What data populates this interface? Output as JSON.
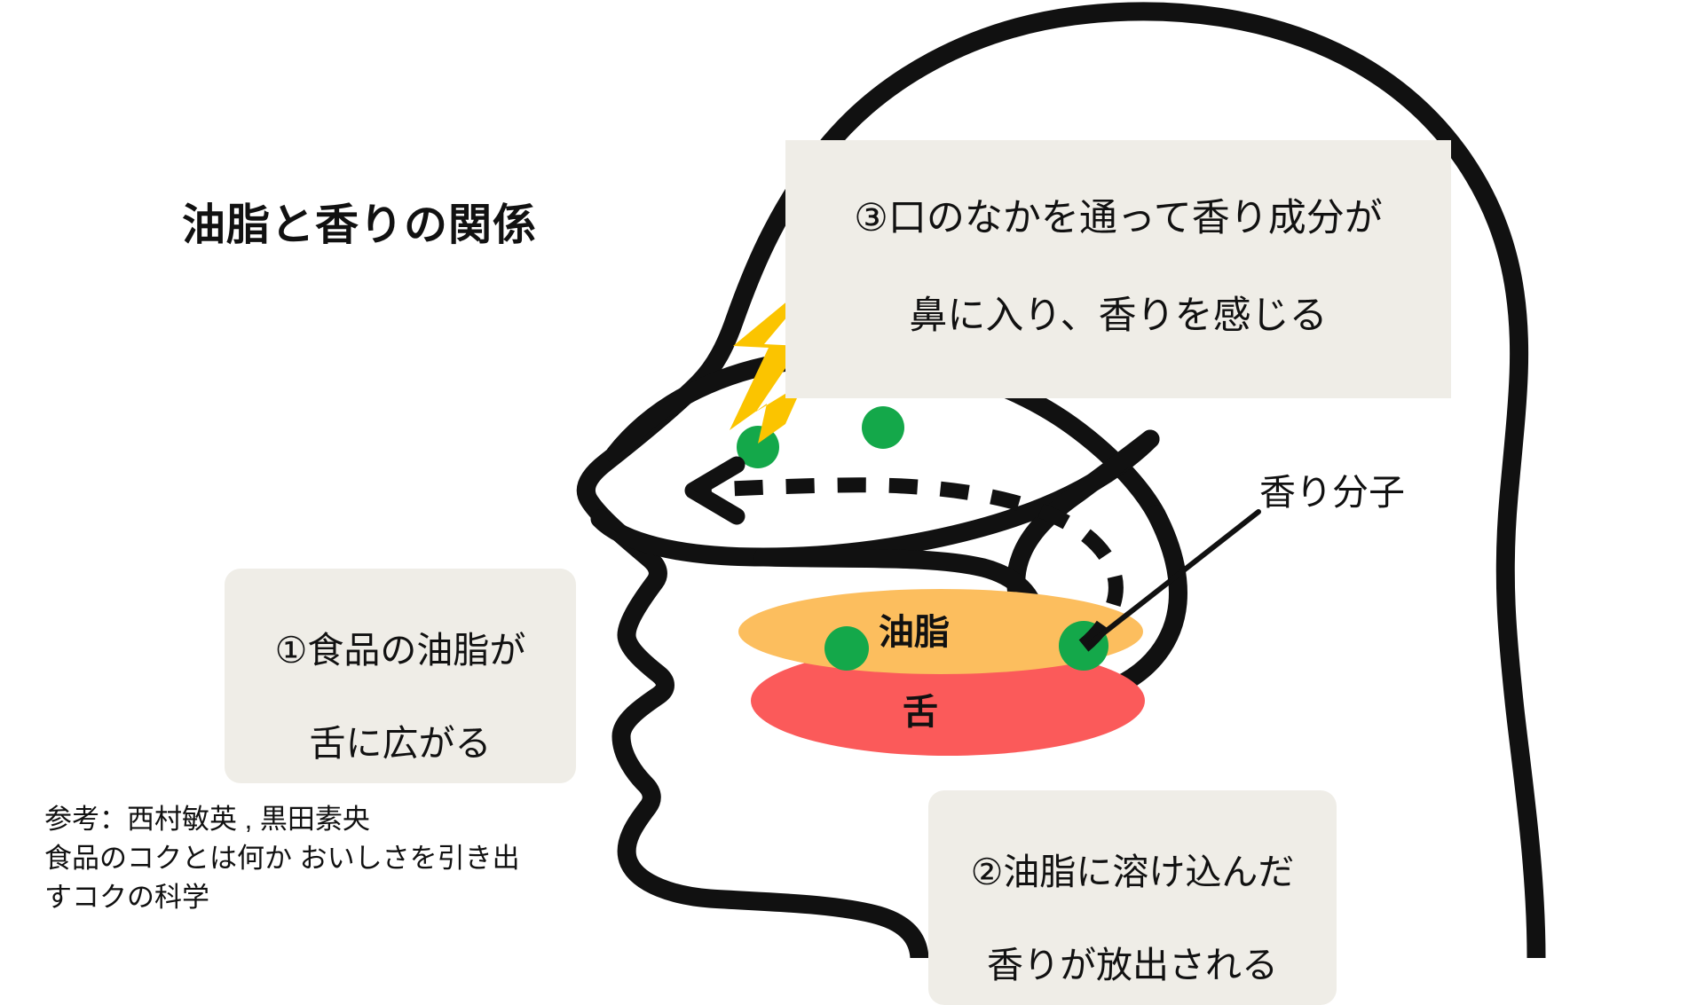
{
  "page": {
    "background_color": "#FFFFFF",
    "title": "油脂と香りの関係"
  },
  "colors": {
    "outline": "#111111",
    "callout_bg": "#EFEDE7",
    "oil_orange": "#FCBE5E",
    "tongue_red": "#FB5A5A",
    "molecule_green": "#14A84A",
    "bolt_yellow": "#FBC400",
    "text": "#111111"
  },
  "callouts": [
    {
      "id": "step-1",
      "number": "①",
      "line1": "①食品の油脂が",
      "line2": "舌に広がる"
    },
    {
      "id": "step-2",
      "number": "②",
      "line1": "②油脂に溶け込んだ",
      "line2": "香りが放出される"
    },
    {
      "id": "step-3",
      "number": "③",
      "line1": "③口のなかを通って香り成分が",
      "line2": "鼻に入り、香りを感じる"
    }
  ],
  "organ_labels": {
    "oil": "油脂",
    "tongue": "舌"
  },
  "annotations": {
    "molecule_label": "香り分子"
  },
  "reference": {
    "text": "参考：西村敏英 , 黒田素央\n食品のコクとは何か おいしさを引き出\nすコクの科学"
  },
  "icons": {
    "lightning": "lightning-bolt-icon",
    "arrow": "dashed-arrow-icon",
    "molecules": "green-molecule-dot"
  },
  "diagram": {
    "type": "anatomical-profile",
    "subject": "human head side profile",
    "molecule_dots": 4,
    "airflow_direction": "from mouth/throat up through nasal cavity (leftward arrow)"
  }
}
